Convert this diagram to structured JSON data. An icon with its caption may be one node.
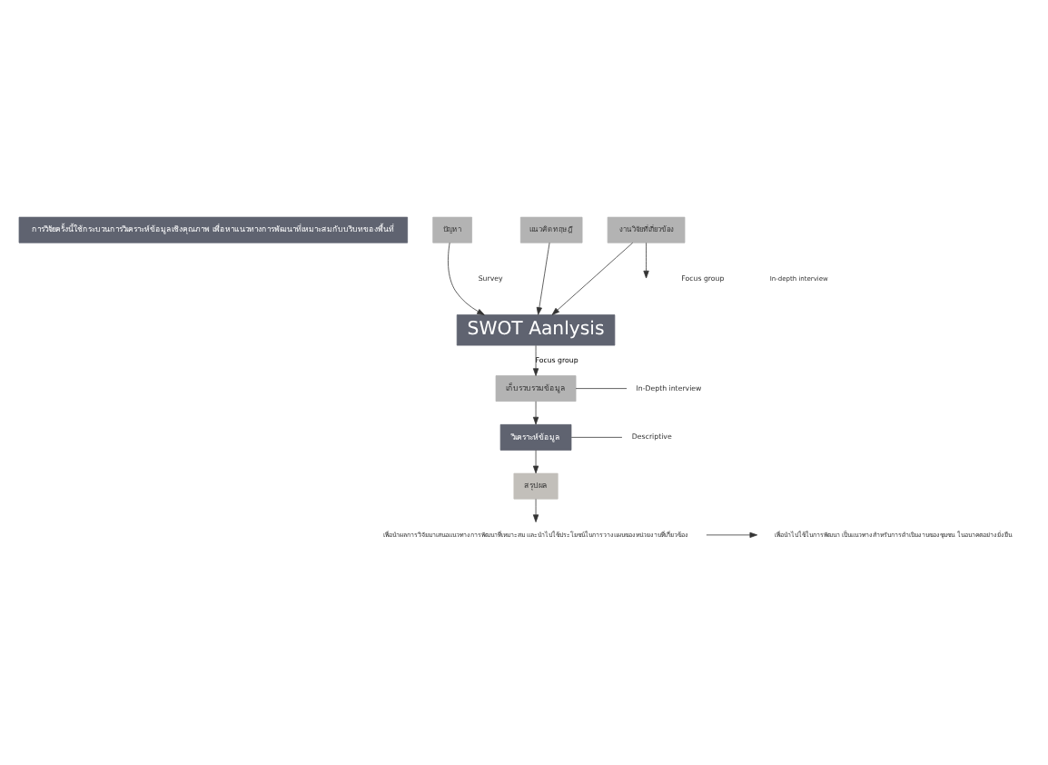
{
  "diagram": {
    "nodes": [
      {
        "text": [
          "การวิจัยครั้งนี้ใช้กระบวนการวิเคราะห์ข้อมูลเชิงคุณภาพ เพื่อหาแนวทางการพัฒนาที่เหมาะสมกับบริบทของพื้นที่"
        ]
      },
      {
        "text": [
          "ปัญหา"
        ]
      },
      {
        "text": [
          "แนวคิดทฤษฎี"
        ]
      },
      {
        "text": [
          "งานวิจัยที่เกี่ยวข้อง"
        ]
      },
      {
        "text": [
          "SWOT Aanlysis"
        ]
      },
      {
        "text": [
          "เก็บรวบรวมข้อมูล"
        ]
      },
      {
        "text": [
          "วิเคราะห์ข้อมูล"
        ]
      },
      {
        "text": [
          "สรุปผล"
        ]
      },
      {
        "text": [
          "เพื่อนำผลการวิจัยมาเสนอแนวทางการพัฒนาที่เหมาะสม และนำไปใช้ประโยชน์ในการวางแผนของหน่วยงานที่เกี่ยวข้อง"
        ]
      },
      {
        "text": [
          "เพื่อนำไปใช้ในการพัฒนา เป็นแนวทางสำหรับการดำเนินงานของชุมชน ในอนาคตอย่างยั่งยืน"
        ]
      },
      {
        "text": [
          "In-Depth interview"
        ]
      },
      {
        "text": [
          "Descriptive"
        ]
      }
    ],
    "edges": [
      {
        "from": 1,
        "to": 4,
        "arrow": "to"
      },
      {
        "from": 2,
        "to": 4,
        "arrow": "to"
      },
      {
        "from": 3,
        "to": 4,
        "arrow": "to"
      },
      {
        "from": 3,
        "to": null,
        "arrow": "to"
      },
      {
        "from": 4,
        "to": 5,
        "label": "Focus group",
        "arrow": "to"
      },
      {
        "from": 5,
        "to": 10,
        "arrow": "none"
      },
      {
        "from": 5,
        "to": 6,
        "arrow": "to"
      },
      {
        "from": 6,
        "to": 11,
        "arrow": "none"
      },
      {
        "from": 6,
        "to": 7,
        "arrow": "to"
      },
      {
        "from": 7,
        "to": 8,
        "arrow": "to"
      },
      {
        "from": 8,
        "to": 9,
        "arrow": "to"
      }
    ],
    "labels": [
      "Survey",
      "Focus group",
      "In-depth interview"
    ]
  }
}
